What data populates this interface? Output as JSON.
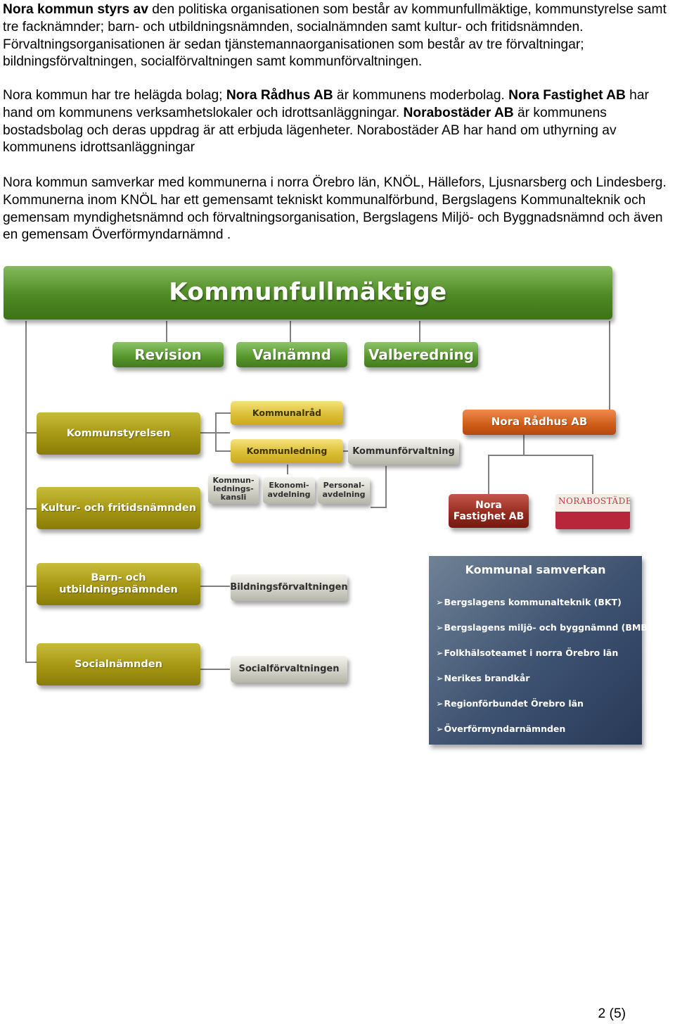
{
  "paragraphs": {
    "p1": {
      "b1": "Nora kommun styrs av",
      "t1": " den politiska organisationen som består av kommunfullmäktige, kommunstyrelse samt tre facknämnder; barn- och utbildningsnämnden, socialnämnden samt kultur- och fritidsnämnden. Förvaltningsorganisationen är sedan tjänstemannaorganisationen som består av tre förvaltningar; bildningsförvaltningen, socialförvaltningen samt kommunförvaltningen."
    },
    "p2": {
      "t1": "Nora kommun har tre helägda bolag; ",
      "b1": "Nora Rådhus AB",
      "t2": " är kommunens moderbolag. ",
      "b2": "Nora Fastighet AB",
      "t3": " har hand om kommunens verksamhetslokaler och idrottsanläggningar. ",
      "b3": "Norabostäder AB",
      "t4": " är kommunens bostadsbolag och deras uppdrag är att erbjuda lägenheter. Norabostäder AB har hand om uthyrning av kommunens idrottsanläggningar"
    },
    "p3": {
      "t1": "Nora kommun samverkar med kommunerna i norra Örebro län, KNÖL, Hällefors, Ljusnarsberg och Lindesberg. Kommunerna inom KNÖL har ett gemensamt tekniskt kommunalförbund, Bergslagens Kommunalteknik och gemensam myndighetsnämnd och förvaltningsorganisation, Bergslagens Miljö- och Byggnadsnämnd och även en gemensam Överförmyndarnämnd ."
    }
  },
  "org_chart": {
    "kommunfullmaktige": "Kommunfullmäktige",
    "revision": "Revision",
    "valnamnd": "Valnämnd",
    "valberedning": "Valberedning",
    "kommunstyrelsen": "Kommunstyrelsen",
    "kommunalrad": "Kommunalråd",
    "kommunledning": "Kommunledning",
    "kommunforvaltning": "Kommunförvaltning",
    "kommunledningskansli": "Kommun-\nlednings-\nkansli",
    "ekonomiavdelning": "Ekonomi-\navdelning",
    "personalavdelning": "Personal-\navdelning",
    "kultur_fritid": "Kultur- och fritidsnämnden",
    "barn_utbildning": "Barn- och utbildningsnämnden",
    "bildningsforvaltningen": "Bildningsförvaltningen",
    "socialnamnden": "Socialnämnden",
    "socialforvaltningen": "Socialförvaltningen",
    "nora_radhus": "Nora Rådhus AB",
    "nora_fastighet": "Nora\nFastighet AB",
    "norabostader_logo": "NORABOSTÄDER",
    "colors": {
      "green": "#56962c",
      "olive": "#a59612",
      "gold": "#dcbf35",
      "silver": "#d2d2c8",
      "orange": "#cf5c18",
      "darkred": "#93281c",
      "navy": "#3d5170"
    }
  },
  "samverkan": {
    "title": "Kommunal samverkan",
    "items": [
      "Bergslagens kommunalteknik (BKT)",
      "Bergslagens miljö- och byggnämnd (BMB)",
      "Folkhälsoteamet i norra Örebro län",
      "Nerikes brandkår",
      "Regionförbundet Örebro län",
      "Överförmyndarnämnden"
    ]
  },
  "page_number": "2 (5)"
}
